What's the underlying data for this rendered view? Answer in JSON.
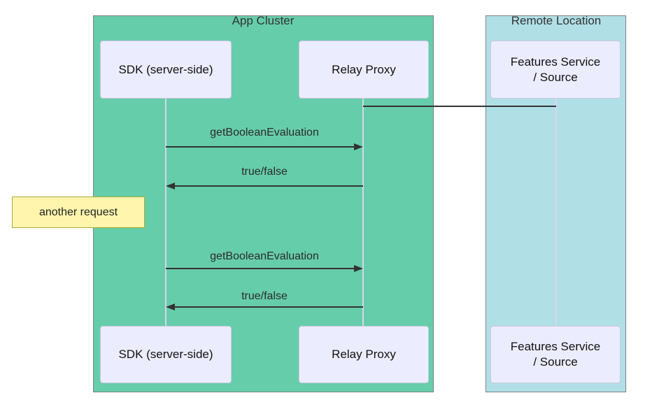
{
  "clusters": [
    {
      "label": "App Cluster",
      "bg_color": "#66cdaa"
    },
    {
      "label": "Remote Location",
      "bg_color": "#b0e0e6"
    }
  ],
  "actors": {
    "sdk_top": "SDK (server-side)",
    "relay_top": "Relay Proxy",
    "features_top_line1": "Features Service",
    "features_top_line2": "/ Source",
    "sdk_bottom": "SDK (server-side)",
    "relay_bottom": "Relay Proxy",
    "features_bottom_line1": "Features Service",
    "features_bottom_line2": "/ Source"
  },
  "messages": [
    {
      "label": "getBooleanEvaluation",
      "direction": "right"
    },
    {
      "label": "true/false",
      "direction": "left"
    },
    {
      "label": "getBooleanEvaluation",
      "direction": "right"
    },
    {
      "label": "true/false",
      "direction": "left"
    }
  ],
  "note": {
    "text": "another request",
    "bg_color": "#fff5ad",
    "border_color": "#aaaa33"
  },
  "colors": {
    "actor_fill": "#ececff",
    "actor_border": "#c9c9e0",
    "lifeline": "#d8d4f0",
    "arrow": "#333333",
    "cluster_border": "#7f7f7f",
    "text": "#333333"
  }
}
